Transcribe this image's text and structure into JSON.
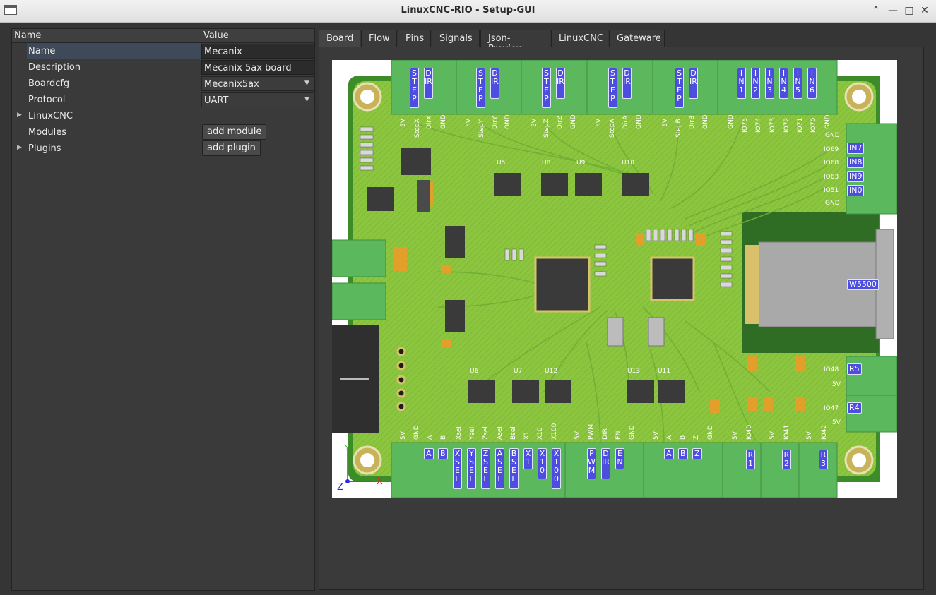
{
  "window": {
    "title": "LinuxCNC-RIO - Setup-GUI"
  },
  "tree": {
    "header_name": "Name",
    "header_value": "Value",
    "rows": [
      {
        "name": "Name",
        "value": "Mecanix"
      },
      {
        "name": "Description",
        "value": "Mecanix 5ax board"
      },
      {
        "name": "Boardcfg",
        "value": "Mecanix5ax"
      },
      {
        "name": "Protocol",
        "value": "UART"
      },
      {
        "name": "LinuxCNC"
      },
      {
        "name": "Modules",
        "button": "add module"
      },
      {
        "name": "Plugins",
        "button": "add plugin"
      }
    ]
  },
  "tabs": [
    {
      "label": "Board",
      "active": true
    },
    {
      "label": "Flow"
    },
    {
      "label": "Pins"
    },
    {
      "label": "Signals"
    },
    {
      "label": "Json-Preview"
    },
    {
      "label": "LinuxCNC"
    },
    {
      "label": "Gateware"
    }
  ],
  "board": {
    "pin_labels": {
      "step_dir": [
        "STEP",
        "DIR",
        "STEP",
        "DIR",
        "STEP",
        "DIR",
        "STEP",
        "DIR",
        "STEP",
        "DIR"
      ],
      "inputs_top": [
        "IN1",
        "IN2",
        "IN3",
        "IN4",
        "IN5",
        "IN6"
      ],
      "inputs_right": [
        "IN7",
        "IN8",
        "IN9",
        "IN0"
      ],
      "eth": "W5500",
      "relays_right": [
        "R5",
        "R4"
      ],
      "bottom_enc1": [
        "A",
        "B"
      ],
      "bottom_sel": [
        "XSEL",
        "YSEL",
        "ZSEL",
        "ASEL",
        "BSEL",
        "X1",
        "X10",
        "X100"
      ],
      "bottom_pwm": [
        "PWM",
        "DIR",
        "EN"
      ],
      "bottom_enc2": [
        "A",
        "B",
        "Z"
      ],
      "bottom_relays": [
        "R1",
        "R2",
        "R3"
      ]
    },
    "silkscreen": {
      "top_header": [
        "5V",
        "StepX",
        "DirX",
        "GND",
        "5V",
        "StepY",
        "DirY",
        "GND",
        "5V",
        "StepZ",
        "DirZ",
        "GND",
        "5V",
        "StepA",
        "DirA",
        "GND",
        "5V",
        "StepB",
        "DirB",
        "GND",
        "GND",
        "IO75",
        "IO74",
        "IO73",
        "IO72",
        "IO71",
        "IO70",
        "GND"
      ],
      "right_header": [
        "GND",
        "IO69",
        "IO68",
        "IO63",
        "IO51",
        "GND"
      ],
      "right_relay": [
        "IO48",
        "5V",
        "IO47",
        "5V"
      ],
      "bottom_header": [
        "5V",
        "GND",
        "A",
        "B",
        "Xsel",
        "Ysel",
        "Zsel",
        "Asel",
        "Bsel",
        "X1",
        "X10",
        "X100",
        "5V",
        "PWM",
        "DIR",
        "EN",
        "GND",
        "5V",
        "A",
        "B",
        "Z",
        "GND",
        "5V",
        "IO40",
        "5V",
        "IO41",
        "5V",
        "IO42"
      ],
      "chips": [
        "U5",
        "U8",
        "U9",
        "U10",
        "U6",
        "U7",
        "U12",
        "U13",
        "U11"
      ],
      "axis": [
        "Y",
        "Z",
        "X"
      ]
    },
    "colors": {
      "pcb": "#8cc63f",
      "pcb_dark": "#4f9a2f",
      "header": "#5cb85c",
      "label_bg": "#4d4de0"
    }
  }
}
